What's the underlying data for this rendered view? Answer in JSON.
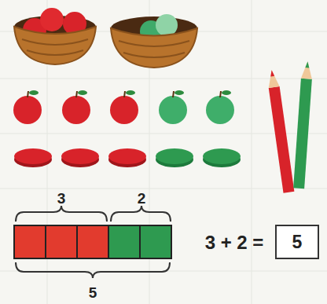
{
  "diagram": {
    "nodes": [
      {
        "text": [
          "5"
        ]
      }
    ],
    "labels": [
      "3",
      "2",
      "5",
      "3 + 2 ="
    ]
  }
}
